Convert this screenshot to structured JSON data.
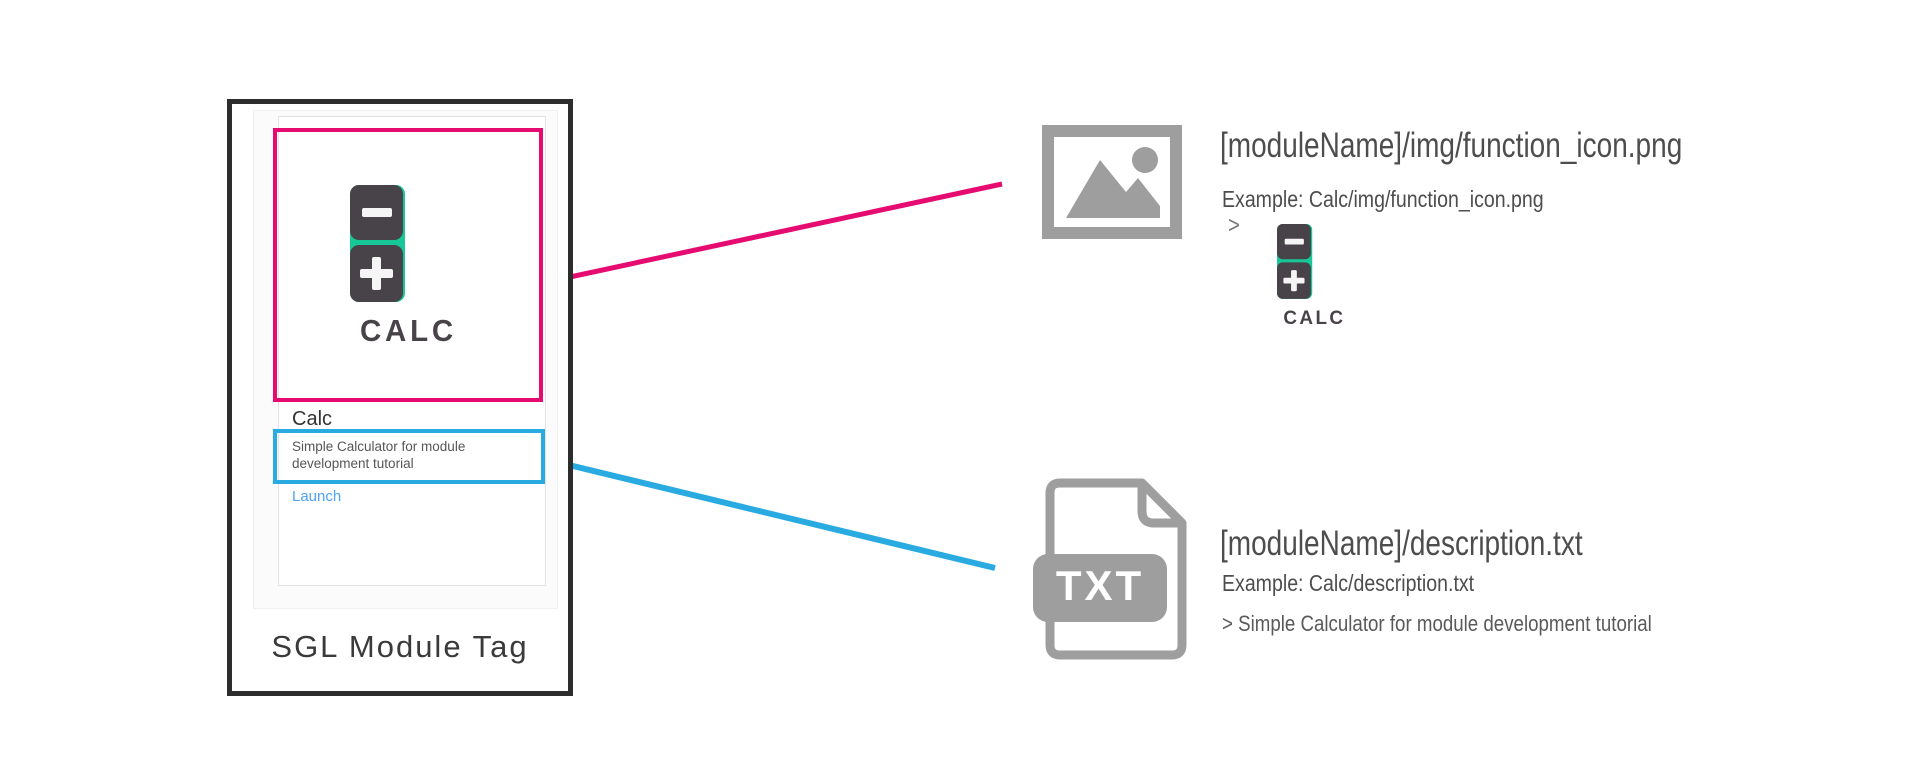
{
  "palette": {
    "pink": "#e60b70",
    "blue": "#29abe2",
    "link_blue": "#4da3f7",
    "green": "#17c798",
    "dark": "#484348",
    "gray_icon": "#9e9e9e",
    "text_dark": "#4d4d4d"
  },
  "module_card": {
    "label": "SGL Module Tag",
    "title": "Calc",
    "description": "Simple Calculator for module development tutorial",
    "launch_label": "Launch",
    "logo_word": "CALC"
  },
  "icon_annotation": {
    "title": "[moduleName]/img/function_icon.png",
    "example": "Example: Calc/img/function_icon.png",
    "prompt": ">",
    "logo_word": "CALC"
  },
  "description_annotation": {
    "badge": "TXT",
    "title": "[moduleName]/description.txt",
    "example": "Example: Calc/description.txt",
    "quote": "> Simple Calculator for module development tutorial"
  }
}
